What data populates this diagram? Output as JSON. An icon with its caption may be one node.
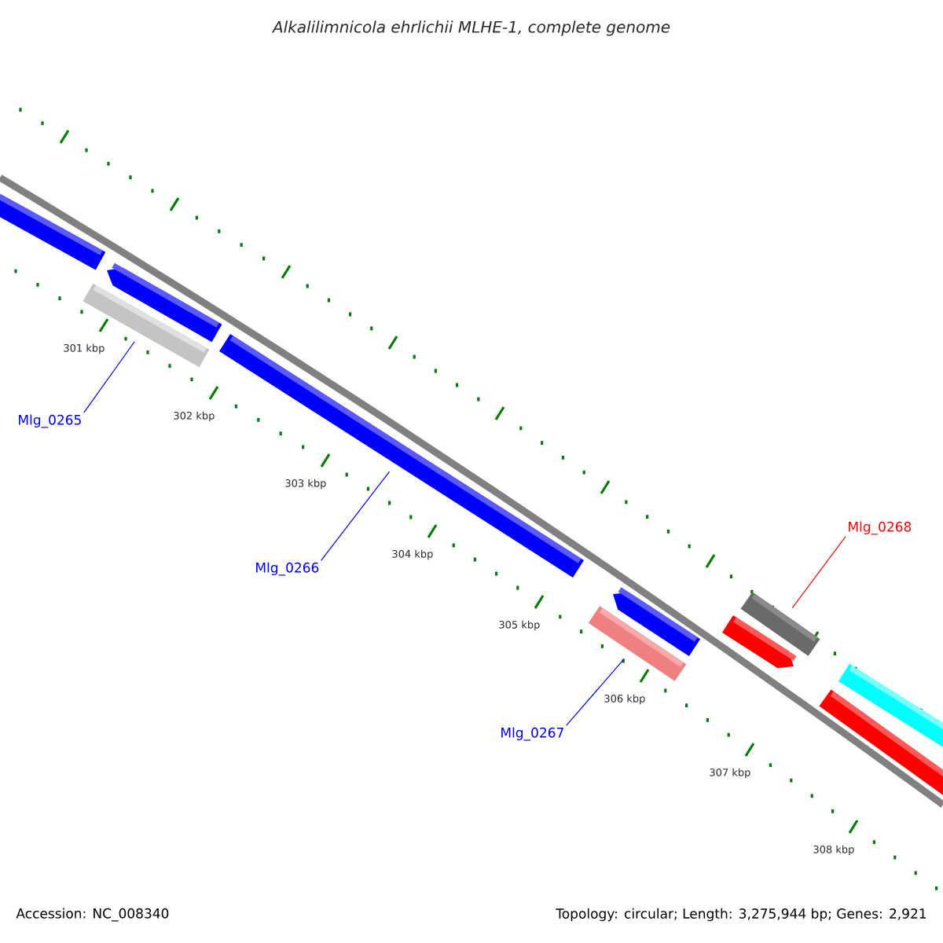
{
  "diagram": {
    "title": "Alkalilimnicola ehrlichii MLHE-1, complete genome",
    "nodes": [
      {
        "text": [],
        "shape": "bar"
      },
      {
        "text": [],
        "shape": "arrow"
      },
      {
        "text": [],
        "shape": "bar"
      },
      {
        "text": [],
        "shape": "arrow"
      },
      {
        "text": [],
        "shape": "bar"
      },
      {
        "text": [],
        "shape": "bar"
      },
      {
        "text": [],
        "shape": "bar"
      },
      {
        "text": [],
        "shape": "arrow"
      },
      {
        "text": [],
        "shape": "bar"
      },
      {
        "text": [],
        "shape": "bar"
      },
      {
        "text": [
          "Mlg_0265"
        ]
      },
      {
        "text": [
          "Mlg_0266"
        ]
      },
      {
        "text": [
          "Mlg_0267"
        ]
      },
      {
        "text": [
          "Mlg_0268"
        ]
      }
    ],
    "edges": [
      {
        "from": 10,
        "to": 4,
        "arrow": "none"
      },
      {
        "from": 11,
        "to": 2,
        "arrow": "none"
      },
      {
        "from": 12,
        "to": 5,
        "arrow": "none"
      },
      {
        "from": 13,
        "to": 6,
        "arrow": "none",
        "color": "#ff0000"
      }
    ],
    "labels": [
      "301 kbp",
      "302 kbp",
      "303 kbp",
      "304 kbp",
      "305 kbp",
      "306 kbp",
      "307 kbp",
      "308 kbp",
      "Accession: NC_008340",
      "Topology: circular; Length: 3,275,944 bp; Genes: 2,921"
    ]
  }
}
